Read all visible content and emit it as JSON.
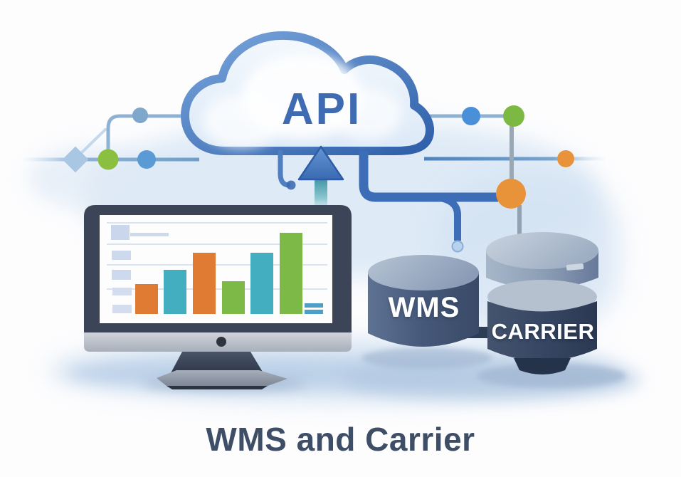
{
  "illustration": {
    "cloud_label": "API",
    "wms_label": "WMS",
    "carrier_label": "CARRIER",
    "caption": "WMS and Carrier"
  },
  "colors": {
    "accent_blue": "#3d6db6",
    "node_diamond": "#a9c7e3",
    "node_green_left": "#8bbf3f",
    "node_blue_left": "#5b9bd5",
    "node_steel": "#7fa6cb",
    "node_blue_right": "#4a90d9",
    "node_green_right": "#7cb942",
    "node_orange_small": "#e8933c",
    "node_orange_large": "#e8923a",
    "bar_orange": "#e07b33",
    "bar_teal": "#42aec0",
    "bar_green": "#7cb946",
    "title_color": "#3e4e66"
  },
  "monitor": {
    "chart": {
      "type": "bar",
      "bars": [
        {
          "color_key": "bar_orange",
          "value": 37
        },
        {
          "color_key": "bar_teal",
          "value": 54
        },
        {
          "color_key": "bar_orange",
          "value": 75
        },
        {
          "color_key": "bar_green",
          "value": 40
        },
        {
          "color_key": "bar_teal",
          "value": 75
        },
        {
          "color_key": "bar_green",
          "value": 100
        }
      ],
      "legend_dashes": 2
    }
  }
}
